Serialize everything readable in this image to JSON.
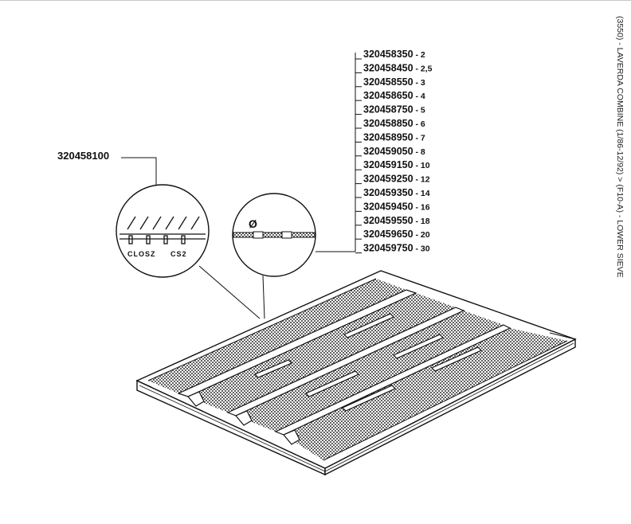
{
  "page": {
    "side_title": "(3550) - LAVERDA COMBINE (1/86-12/92) > (F10-A) - LOWER SIEVE"
  },
  "main_part": "320458100",
  "parts": [
    {
      "code": "320458350",
      "size": "2"
    },
    {
      "code": "320458450",
      "size": "2,5"
    },
    {
      "code": "320458550",
      "size": "3"
    },
    {
      "code": "320458650",
      "size": "4"
    },
    {
      "code": "320458750",
      "size": "5"
    },
    {
      "code": "320458850",
      "size": "6"
    },
    {
      "code": "320458950",
      "size": "7"
    },
    {
      "code": "320459050",
      "size": "8"
    },
    {
      "code": "320459150",
      "size": "10"
    },
    {
      "code": "320459250",
      "size": "12"
    },
    {
      "code": "320459350",
      "size": "14"
    },
    {
      "code": "320459450",
      "size": "16"
    },
    {
      "code": "320459550",
      "size": "18"
    },
    {
      "code": "320459650",
      "size": "20"
    },
    {
      "code": "320459750",
      "size": "30"
    }
  ],
  "detail_left": {
    "label_a": "CLOSZ",
    "label_b": "CS2"
  },
  "detail_right": {
    "diameter_symbol": "Ø"
  },
  "icons": {
    "diameter": "diameter-symbol-icon"
  }
}
